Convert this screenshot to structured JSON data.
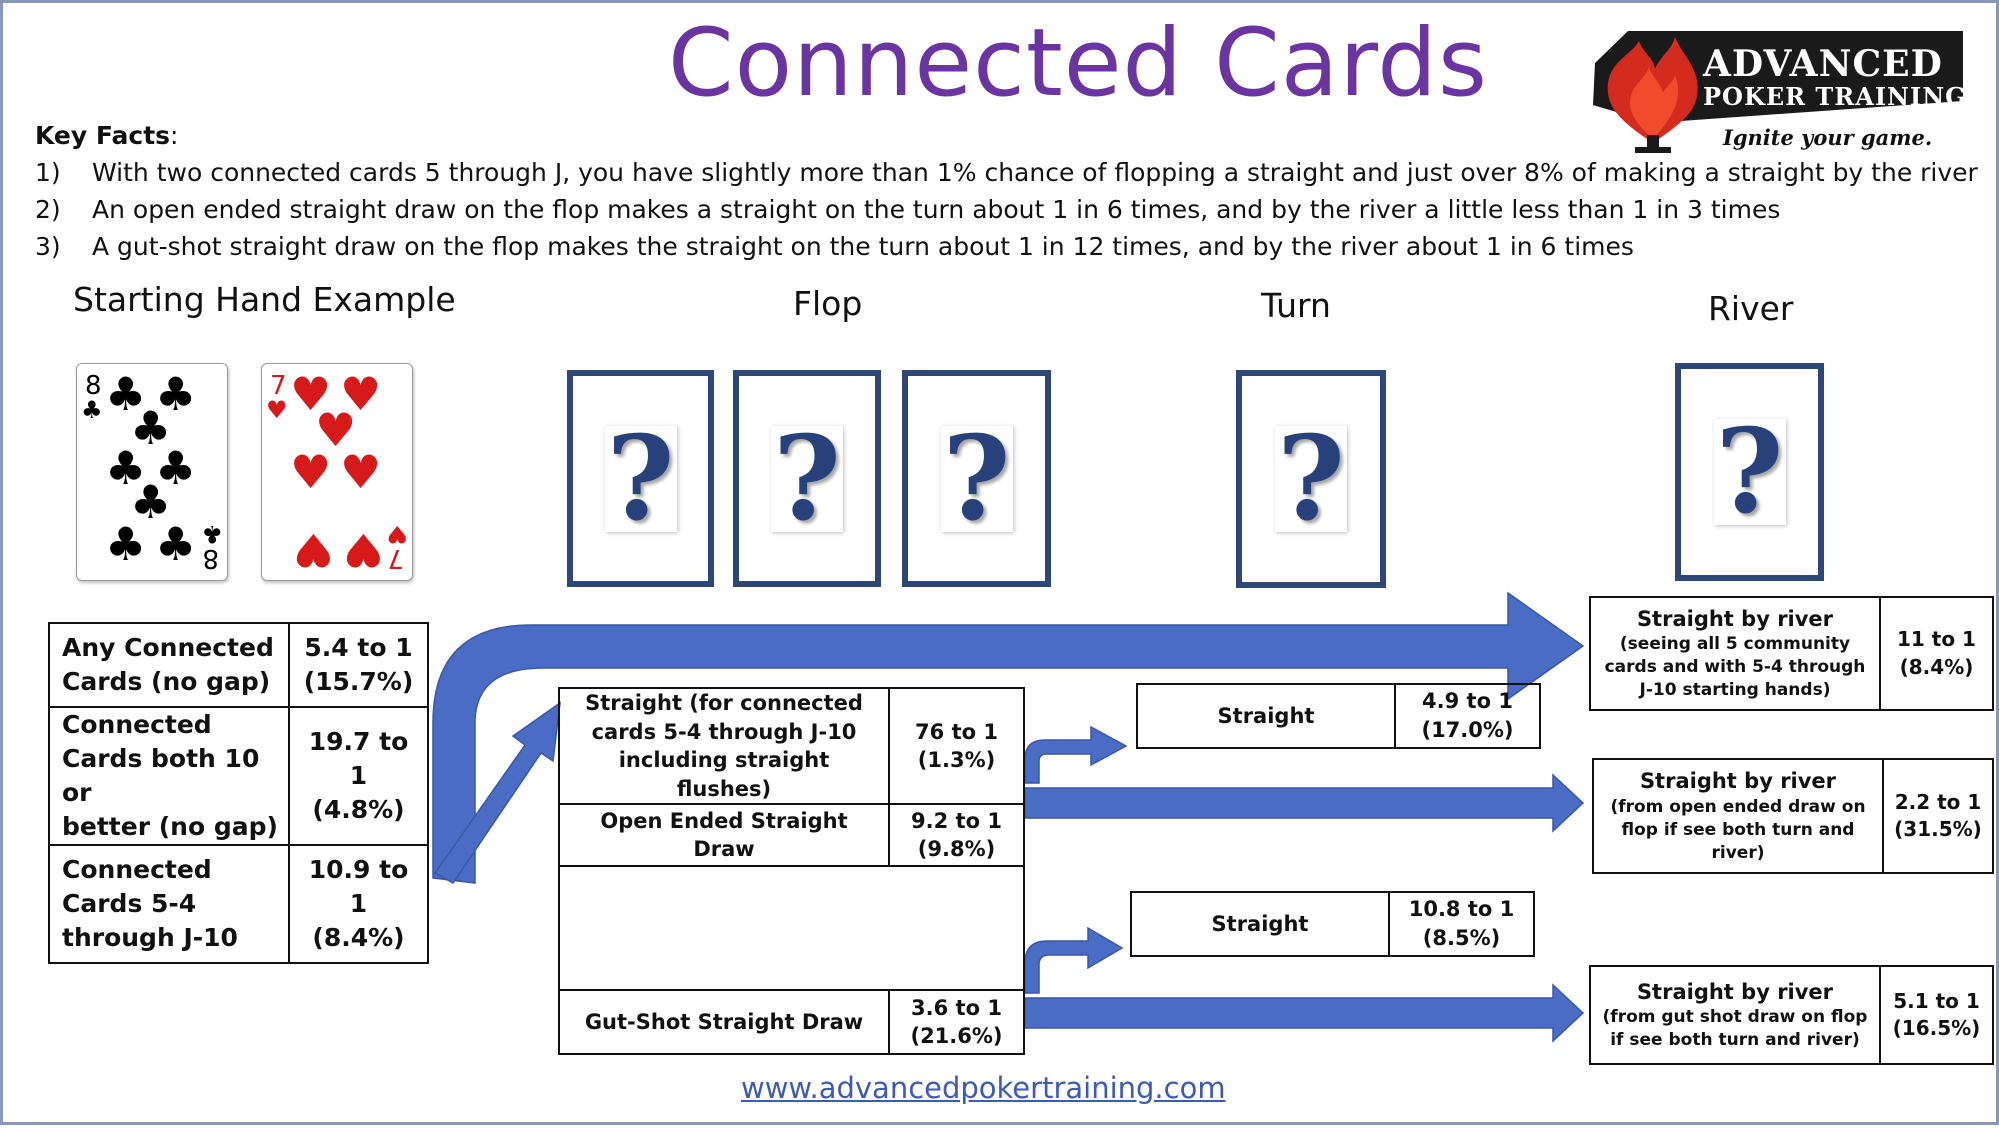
{
  "title": "Connected Cards",
  "logo": {
    "line1": "ADVANCED",
    "line2": "POKER TRAINING",
    "tagline": "Ignite your game."
  },
  "key_facts": {
    "heading": "Key Facts",
    "items": [
      {
        "num": "1)",
        "text": "With two connected cards 5 through J, you have slightly more than 1% chance of flopping a straight and just over 8% of making a straight by the river"
      },
      {
        "num": "2)",
        "text": "An open ended straight draw on the flop makes a straight on the turn about 1 in 6 times, and by the river a little less than 1 in 3 times"
      },
      {
        "num": "3)",
        "text": "A gut-shot straight draw on the flop makes the straight on the turn about 1 in 12 times, and by the river about 1 in 6 times"
      }
    ]
  },
  "sections": {
    "start": "Starting Hand Example",
    "flop": "Flop",
    "turn": "Turn",
    "river": "River"
  },
  "hand": [
    {
      "rank": "8",
      "suit": "♣",
      "color": "#000000"
    },
    {
      "rank": "7",
      "suit": "♥",
      "color": "#d61a1a"
    }
  ],
  "mystery_symbol": "?",
  "left_table": [
    {
      "label": [
        "Any Connected",
        "Cards (no gap)"
      ],
      "odds": "5.4 to 1",
      "pct": "(15.7%)"
    },
    {
      "label": [
        "Connected",
        "Cards both 10 or",
        "better (no gap)"
      ],
      "odds": "19.7 to 1",
      "pct": "(4.8%)"
    },
    {
      "label": [
        "Connected",
        "Cards 5-4",
        "through J-10"
      ],
      "odds": "10.9 to 1",
      "pct": "(8.4%)"
    }
  ],
  "flop_table": [
    {
      "label": [
        "Straight (for connected",
        "cards 5-4 through J-10",
        "including straight flushes)"
      ],
      "odds": "76 to 1",
      "pct": "(1.3%)"
    },
    {
      "label": [
        "Open Ended Straight Draw"
      ],
      "odds": "9.2 to 1",
      "pct": "(9.8%)"
    },
    {
      "label": [
        ""
      ],
      "odds": "",
      "pct": ""
    },
    {
      "label": [
        "Gut-Shot Straight Draw"
      ],
      "odds": "3.6 to 1",
      "pct": "(21.6%)"
    }
  ],
  "turn_tables": [
    {
      "label": "Straight",
      "odds": "4.9  to 1",
      "pct": "(17.0%)"
    },
    {
      "label": "Straight",
      "odds": "10.8  to 1",
      "pct": "(8.5%)"
    }
  ],
  "river_tables": [
    {
      "head": "Straight by river",
      "sub": [
        "(seeing all 5 community",
        "cards and with 5-4 through",
        "J-10 starting hands)"
      ],
      "odds": "11 to 1",
      "pct": "(8.4%)"
    },
    {
      "head": "Straight by river",
      "sub": [
        "(from open ended draw on",
        "flop if see both turn and",
        "river)"
      ],
      "odds": "2.2 to 1",
      "pct": "(31.5%)"
    },
    {
      "head": "Straight by river",
      "sub": [
        "(from gut shot draw on flop",
        "if see both turn and river)"
      ],
      "odds": "5.1 to 1",
      "pct": "(16.5%)"
    }
  ],
  "url": "www.advancedpokertraining.com",
  "colors": {
    "title": "#6a35a0",
    "arrow": "#4a6cc4",
    "card_border": "#2d4779",
    "link": "#3b5bb5"
  }
}
